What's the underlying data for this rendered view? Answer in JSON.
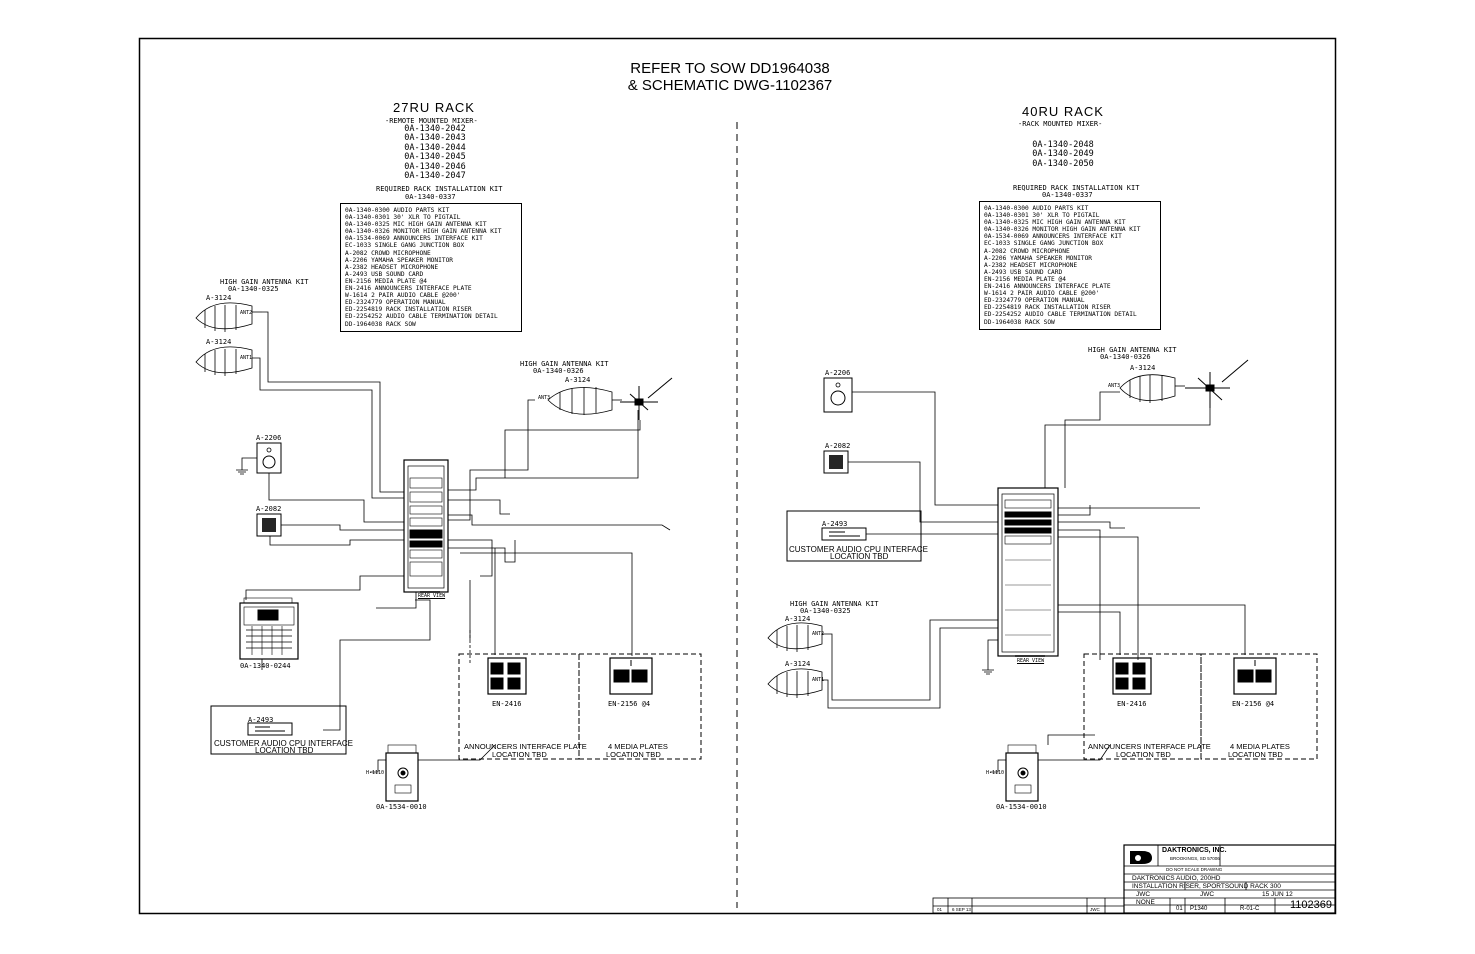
{
  "header": {
    "line1": "REFER TO SOW DD1964038",
    "line2": "& SCHEMATIC DWG-1102367"
  },
  "left": {
    "rack_title": "27RU RACK",
    "rack_sub": "-REMOTE MOUNTED MIXER-",
    "parts": [
      "0A-1340-2042",
      "0A-1340-2043",
      "0A-1340-2044",
      "0A-1340-2045",
      "0A-1340-2046",
      "0A-1340-2047"
    ],
    "req_kit_title": "REQUIRED RACK INSTALLATION KIT",
    "req_kit_num": "0A-1340-0337",
    "kit_items": [
      "0A-1340-0300 AUDIO PARTS KIT",
      "0A-1340-0301 30' XLR TO PIGTAIL",
      "0A-1340-0325 MIC HIGH GAIN ANTENNA KIT",
      "0A-1340-0326 MONITOR HIGH GAIN ANTENNA KIT",
      "0A-1534-0069 ANNOUNCERS INTERFACE KIT",
      "EC-1033 SINGLE GANG JUNCTION BOX",
      "A-2082 CROWD MICROPHONE",
      "A-2206 YAMAHA SPEAKER MONITOR",
      "A-2382 HEADSET MICROPHONE",
      "A-2493 USB SOUND CARD",
      "EN-2156 MEDIA PLATE @4",
      "EN-2416 ANNOUNCERS INTERFACE PLATE",
      "W-1614 2 PAIR AUDIO CABLE @200'",
      "ED-2324779 OPERATION MANUAL",
      "ED-2254819 RACK INSTALLATION RISER",
      "ED-2254252 AUDIO CABLE TERMINATION DETAIL",
      "DD-1964038 RACK SOW"
    ],
    "antenna_kit_label": "HIGH GAIN ANTENNA KIT",
    "antenna_kit_num": "0A-1340-0325",
    "antenna_a": "A-3124",
    "antenna_b": "A-3124",
    "ant2": "ANT2",
    "ant1": "ANT1",
    "monitor_id": "A-2206",
    "mic_id": "A-2082",
    "cpu_id": "A-2493",
    "cpu_label": "CUSTOMER AUDIO CPU INTERFACE",
    "location_tbd": "LOCATION TBD",
    "mixer_id": "0A-1340-0244",
    "rear_view": "REAR VIEW",
    "antenna_kit2_label": "HIGH GAIN ANTENNA KIT",
    "antenna_kit2_num": "0A-1340-0326",
    "antenna_c": "A-3124",
    "ant3": "ANT3",
    "plate1_id": "EN-2416",
    "plate1_label": "ANNOUNCERS INTERFACE PLATE",
    "plate1_loc": "LOCATION TBD",
    "plate2_id": "EN-2156 @4",
    "plate2_label": "4 MEDIA PLATES",
    "plate2_loc": "LOCATION TBD",
    "announcer_box": "0A-1534-0010",
    "h1110": "H-1110"
  },
  "right": {
    "rack_title": "40RU RACK",
    "rack_sub": "-RACK MOUNTED MIXER-",
    "parts": [
      "0A-1340-2048",
      "0A-1340-2049",
      "0A-1340-2050"
    ],
    "req_kit_title": "REQUIRED RACK INSTALLATION KIT",
    "req_kit_num": "0A-1340-0337",
    "kit_items": [
      "0A-1340-0300 AUDIO PARTS KIT",
      "0A-1340-0301 30' XLR TO PIGTAIL",
      "0A-1340-0325 MIC HIGH GAIN ANTENNA KIT",
      "0A-1340-0326 MONITOR HIGH GAIN ANTENNA KIT",
      "0A-1534-0069 ANNOUNCERS INTERFACE KIT",
      "EC-1033 SINGLE GANG JUNCTION BOX",
      "A-2082 CROWD MICROPHONE",
      "A-2206 YAMAHA SPEAKER MONITOR",
      "A-2382 HEADSET MICROPHONE",
      "A-2493 USB SOUND CARD",
      "EN-2156 MEDIA PLATE @4",
      "EN-2416 ANNOUNCERS INTERFACE PLATE",
      "W-1614 2 PAIR AUDIO CABLE @200'",
      "ED-2324779 OPERATION MANUAL",
      "ED-2254819 RACK INSTALLATION RISER",
      "ED-2254252 AUDIO CABLE TERMINATION DETAIL",
      "DD-1964038 RACK SOW"
    ],
    "antenna_kit_label": "HIGH GAIN ANTENNA KIT",
    "antenna_kit_num": "0A-1340-0326",
    "antenna_a": "A-3124",
    "ant3": "ANT3",
    "monitor_id": "A-2206",
    "mic_id": "A-2082",
    "cpu_id": "A-2493",
    "cpu_label": "CUSTOMER AUDIO CPU INTERFACE",
    "location_tbd": "LOCATION TBD",
    "antenna_kit2_label": "HIGH GAIN ANTENNA KIT",
    "antenna_kit2_num": "0A-1340-0325",
    "antenna_b": "A-3124",
    "antenna_c": "A-3124",
    "ant2": "ANT2",
    "ant1": "ANT1",
    "rear_view": "REAR VIEW",
    "plate1_id": "EN-2416",
    "plate1_label": "ANNOUNCERS INTERFACE PLATE",
    "plate1_loc": "LOCATION TBD",
    "plate2_id": "EN-2156 @4",
    "plate2_label": "4 MEDIA PLATES",
    "plate2_loc": "LOCATION TBD",
    "announcer_box": "0A-1534-0010",
    "h1110": "H-1110"
  },
  "title_block": {
    "company": "DAKTRONICS, INC.",
    "city": "BROOKINGS, SD 57006",
    "dont_scale": "DO NOT SCALE DRAWING",
    "proj": "DAKTRONICS AUDIO, 200HD",
    "title": "INSTALLATION RISER, SPORTSOUND RACK 300",
    "design": "JWC",
    "drawn": "JWC",
    "date": "15 JUN 12",
    "scale": "NONE",
    "sheet": "01",
    "job": "P1340",
    "rev": "R-01-C",
    "dwg": "1102369",
    "rev_no": "01",
    "rev_date": "6 SEP 13",
    "rev_by": "JWC"
  }
}
